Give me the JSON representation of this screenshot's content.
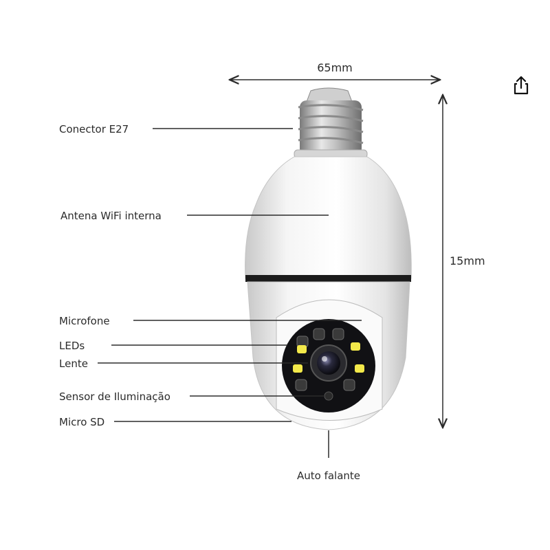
{
  "dimensions": {
    "width": "65mm",
    "height": "15mm"
  },
  "labels": {
    "connector": "Conector E27",
    "antenna": "Antena WiFi interna",
    "microphone": "Microfone",
    "leds": "LEDs",
    "lens": "Lente",
    "light_sensor": "Sensor de Iluminação",
    "micro_sd": "Micro SD",
    "speaker": "Auto falante"
  },
  "icons": {
    "share": "share-icon"
  },
  "colors": {
    "ink": "#2b2b2b",
    "led_warm": "#f3e94a",
    "body": "#f4f4f4"
  }
}
